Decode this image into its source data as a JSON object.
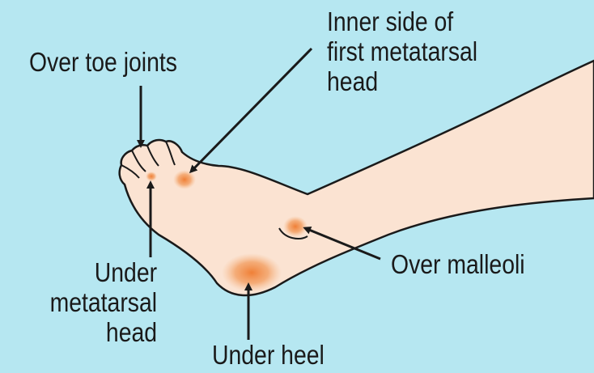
{
  "labels": {
    "over_toe_joints": "Over toe joints",
    "inner_side_line1": "Inner side of",
    "inner_side_line2": "first metatarsal",
    "inner_side_line3": "head",
    "over_malleoli": "Over malleoli",
    "under_metatarsal_line1": "Under",
    "under_metatarsal_line2": "metatarsal",
    "under_metatarsal_line3": "head",
    "under_heel": "Under heel"
  },
  "colors": {
    "background": "#b6e7f1",
    "skin": "#fbe3d2",
    "outline": "#1a1a1a",
    "pressure_spot": "#f08a40"
  }
}
